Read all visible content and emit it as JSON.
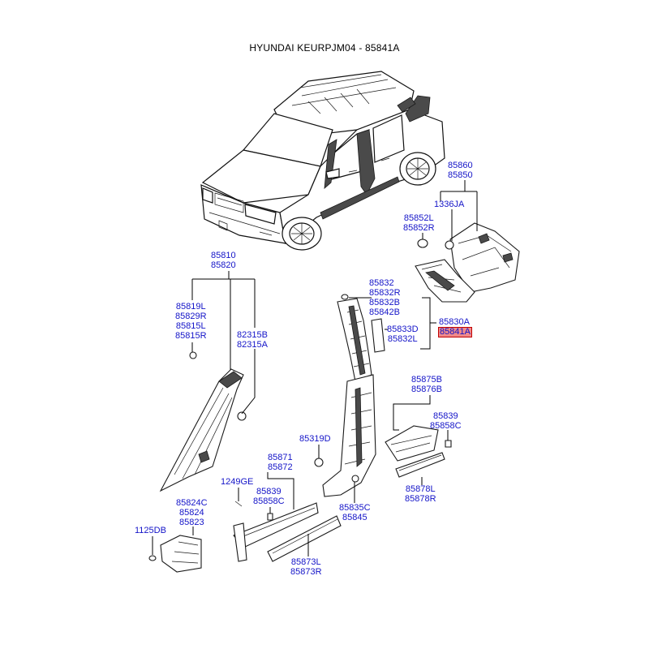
{
  "title": "HYUNDAI KEURPJM04 - 85841A",
  "highlight_color": "#f08a8a",
  "label_color": "#1414c8",
  "callouts": {
    "c85860": [
      "85860",
      "85850"
    ],
    "c1336": [
      "1336JA"
    ],
    "c85852": [
      "85852L",
      "85852R"
    ],
    "c85832": [
      "85832",
      "85832R",
      "85832B",
      "85842B"
    ],
    "c85830": [
      "85830A"
    ],
    "c85841": [
      "85841A"
    ],
    "c85833": [
      "85833D",
      "85832L"
    ],
    "c85810": [
      "85810",
      "85820"
    ],
    "c85819": [
      "85819L",
      "85829R",
      "85815L",
      "85815R"
    ],
    "c82315": [
      "82315B",
      "82315A"
    ],
    "c85875": [
      "85875B",
      "85876B"
    ],
    "c85839a": [
      "85839",
      "85858C"
    ],
    "c85319": [
      "85319D"
    ],
    "c85871": [
      "85871",
      "85872"
    ],
    "c1249": [
      "1249GE"
    ],
    "c85839b": [
      "85839",
      "85858C"
    ],
    "c85878": [
      "85878L",
      "85878R"
    ],
    "c85824": [
      "85824C",
      "85824",
      "85823"
    ],
    "c85835": [
      "85835C",
      "85845"
    ],
    "c1125": [
      "1125DB"
    ],
    "c85873": [
      "85873L",
      "85873R"
    ]
  }
}
